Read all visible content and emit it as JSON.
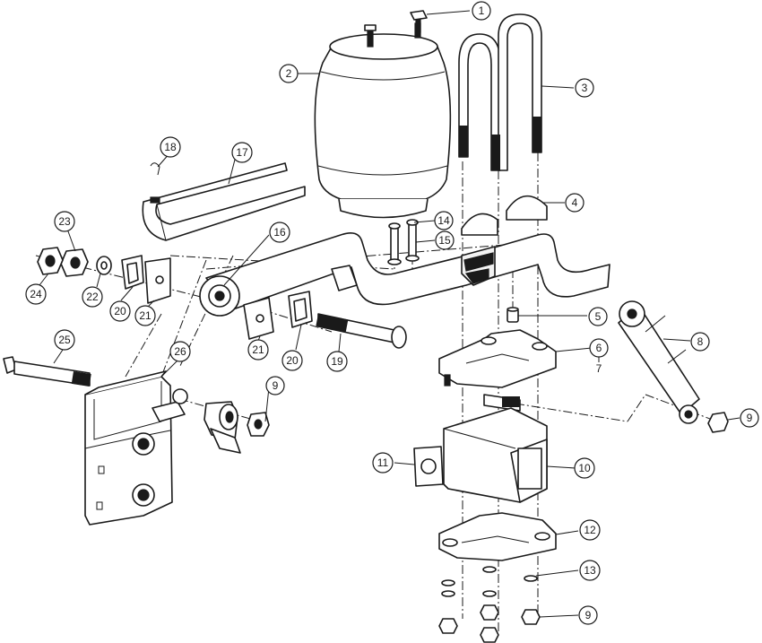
{
  "callouts": [
    {
      "id": "c1",
      "label": "1"
    },
    {
      "id": "c2",
      "label": "2"
    },
    {
      "id": "c3",
      "label": "3"
    },
    {
      "id": "c4",
      "label": "4"
    },
    {
      "id": "c5",
      "label": "5"
    },
    {
      "id": "c6",
      "label": "6"
    },
    {
      "id": "c7",
      "label": "7"
    },
    {
      "id": "c8",
      "label": "8"
    },
    {
      "id": "c9a",
      "label": "9"
    },
    {
      "id": "c9b",
      "label": "9"
    },
    {
      "id": "c9c",
      "label": "9"
    },
    {
      "id": "c10",
      "label": "10"
    },
    {
      "id": "c11",
      "label": "11"
    },
    {
      "id": "c12",
      "label": "12"
    },
    {
      "id": "c13",
      "label": "13"
    },
    {
      "id": "c14",
      "label": "14"
    },
    {
      "id": "c15",
      "label": "15"
    },
    {
      "id": "c16",
      "label": "16"
    },
    {
      "id": "c17",
      "label": "17"
    },
    {
      "id": "c18",
      "label": "18"
    },
    {
      "id": "c19",
      "label": "19"
    },
    {
      "id": "c20a",
      "label": "20"
    },
    {
      "id": "c20b",
      "label": "20"
    },
    {
      "id": "c21a",
      "label": "21"
    },
    {
      "id": "c21b",
      "label": "21"
    },
    {
      "id": "c22",
      "label": "22"
    },
    {
      "id": "c23",
      "label": "23"
    },
    {
      "id": "c24",
      "label": "24"
    },
    {
      "id": "c25",
      "label": "25"
    },
    {
      "id": "c26",
      "label": "26"
    }
  ]
}
